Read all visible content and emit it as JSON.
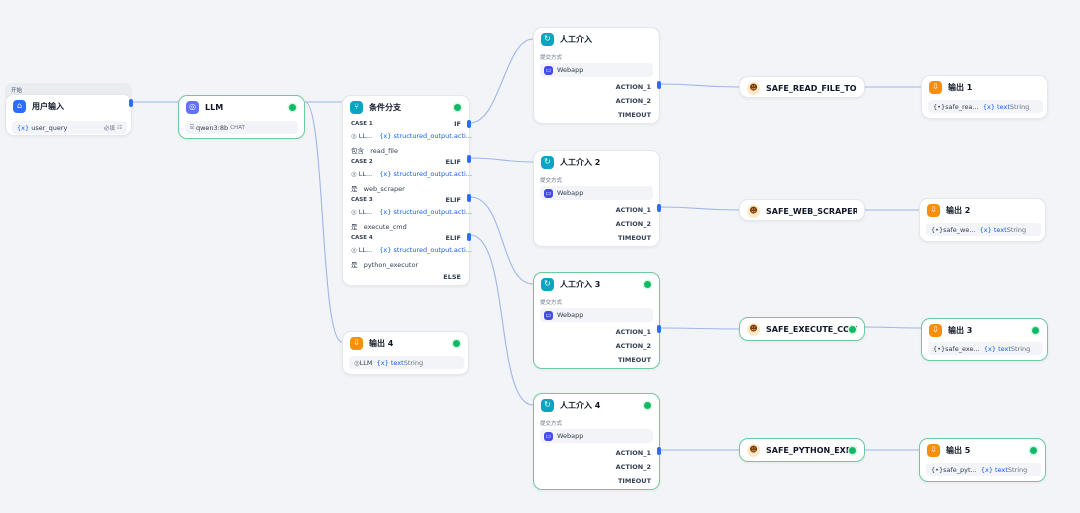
{
  "start": {
    "tag": "开始",
    "title": "用户输入",
    "field_var": "{x}",
    "field_name": "user_query",
    "field_meta": "必填",
    "field_icon": "☷"
  },
  "llm": {
    "title": "LLM",
    "model": "qwen3:8b",
    "mode": "CHAT"
  },
  "branch": {
    "title": "条件分支",
    "cases": [
      {
        "label": "CASE 1",
        "kind": "IF",
        "source": "LL...",
        "var": "{x} structured_output.acti...",
        "op": "包含",
        "value": "read_file"
      },
      {
        "label": "CASE 2",
        "kind": "ELIF",
        "source": "LL...",
        "var": "{x} structured_output.acti...",
        "op": "是",
        "value": "web_scraper"
      },
      {
        "label": "CASE 3",
        "kind": "ELIF",
        "source": "LL...",
        "var": "{x} structured_output.acti...",
        "op": "是",
        "value": "execute_cmd"
      },
      {
        "label": "CASE 4",
        "kind": "ELIF",
        "source": "LL...",
        "var": "{x} structured_output.acti...",
        "op": "是",
        "value": "python_executor"
      }
    ],
    "else_label": "ELSE"
  },
  "output4": {
    "title": "输出 4",
    "source": "LLM",
    "var": "{x} text",
    "type": "String"
  },
  "human": [
    {
      "title": "人工介入",
      "sub": "提交方式",
      "method": "Webapp",
      "actions": [
        "ACTION_1",
        "ACTION_2",
        "TIMEOUT"
      ]
    },
    {
      "title": "人工介入 2",
      "sub": "提交方式",
      "method": "Webapp",
      "actions": [
        "ACTION_1",
        "ACTION_2",
        "TIMEOUT"
      ]
    },
    {
      "title": "人工介入 3",
      "sub": "提交方式",
      "method": "Webapp",
      "actions": [
        "ACTION_1",
        "ACTION_2",
        "TIMEOUT"
      ]
    },
    {
      "title": "人工介入 4",
      "sub": "提交方式",
      "method": "Webapp",
      "actions": [
        "ACTION_1",
        "ACTION_2",
        "TIMEOUT"
      ]
    }
  ],
  "tools": [
    {
      "title": "SAFE_READ_FILE_TOOL_R..."
    },
    {
      "title": "SAFE_WEB_SCRAPER_TO..."
    },
    {
      "title": "SAFE_EXECUTE_COMM..."
    },
    {
      "title": "SAFE_PYTHON_EXECU..."
    }
  ],
  "outputs": [
    {
      "title": "输出 1",
      "source": "{•}safe_rea...",
      "var": "{x} text",
      "type": "String"
    },
    {
      "title": "输出 2",
      "source": "{•}safe_we...",
      "var": "{x} text",
      "type": "String"
    },
    {
      "title": "输出 3",
      "source": "{•}safe_exe...",
      "var": "{x} text",
      "type": "String"
    },
    {
      "title": "输出 5",
      "source": "{•}safe_pyt...",
      "var": "{x} text",
      "type": "String"
    }
  ],
  "colors": {
    "edge": "#9fb6e8",
    "accent": "#2e6bff",
    "success": "#12b76a",
    "selected_border": "#6ccaa1"
  },
  "icons": {
    "start": "home-icon",
    "llm": "brain-icon",
    "branch": "branch-icon",
    "human": "hand-icon",
    "tool": "agent-icon",
    "output": "output-icon"
  }
}
